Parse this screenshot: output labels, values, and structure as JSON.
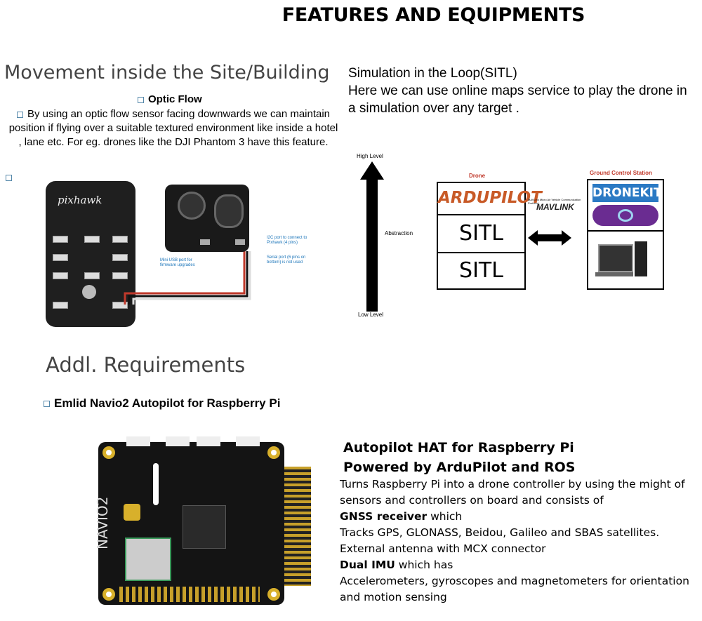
{
  "title": "FEATURES AND EQUIPMENTS",
  "movement": {
    "heading": "Movement inside the Site/Building",
    "optic_title": "Optic Flow",
    "optic_text": "By using an optic flow sensor facing downwards  we can maintain position if flying over a suitable textured  environment like inside a hotel , lane etc. For eg. drones  like the DJI Phantom 3 have this feature.",
    "pixhawk_logo": "pixhawk",
    "caption_mini_usb": "Mini USB port for firmware upgrades",
    "caption_i2c": "I2C port to connect to Pixhawk (4 pins)",
    "caption_serial": "Serial port (6 pins on bottom) is not used"
  },
  "sitl": {
    "line1": "Simulation in the Loop(SITL)",
    "line2": "Here we can use online maps service to play the drone in a simulation over any target .",
    "high_level": "High Level",
    "low_level": "Low Level",
    "abstraction": "Abstraction",
    "drone_label": "Drone",
    "gcs_label": "Ground Control Station",
    "ardupilot": "ARDUPILOT",
    "sitl_1": "SITL",
    "sitl_2": "SITL",
    "mavlink_small": "MAVLink Micro Air Vehicle Communication Protocol",
    "mavlink": "MAVLINK",
    "dronekit": "DRONEKIT"
  },
  "addl": {
    "heading": "Addl. Requirements",
    "emlid": "Emlid Navio2  Autopilot  for Raspberry Pi",
    "navio_label": "NAVIO2",
    "hat_title_1": "Autopilot HAT for Raspberry Pi",
    "hat_title_2": "Powered by ArduPilot and ROS",
    "hat_line1": "Turns Raspberry Pi into a drone controller by using the might of sensors and controllers on board and consists of",
    "gnss_bold": "GNSS receiver",
    "gnss_rest": " which",
    "hat_line2": "Tracks GPS, GLONASS, Beidou, Galileo and SBAS satellites. External antenna with MCX connector",
    "imu_bold": "Dual IMU",
    "imu_rest": " which has",
    "hat_line3": "Accelerometers, gyroscopes and magnetometers for orientation and motion sensing"
  }
}
